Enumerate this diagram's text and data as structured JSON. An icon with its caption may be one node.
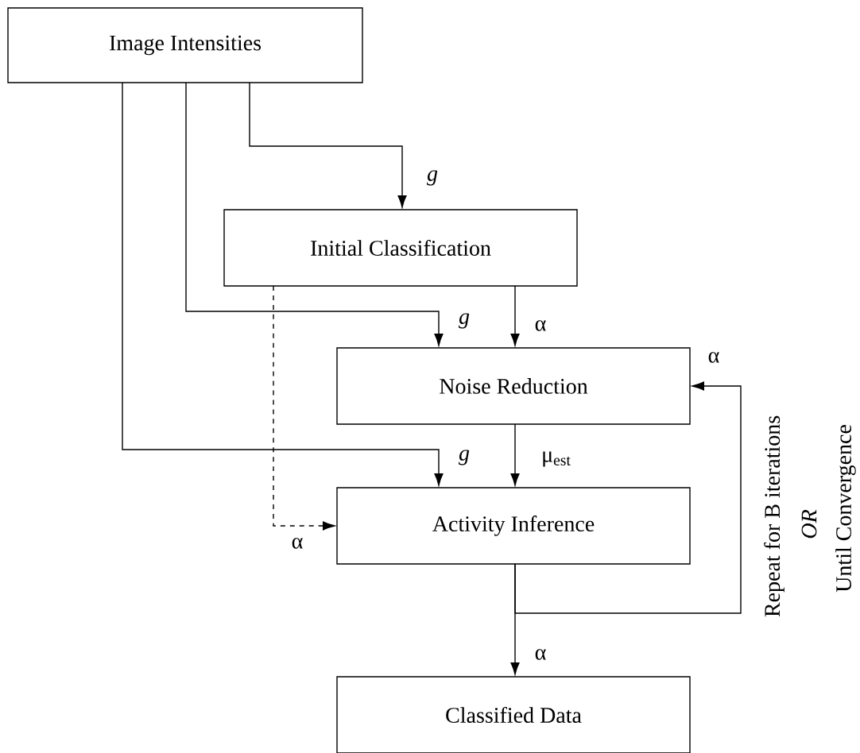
{
  "diagram": {
    "nodes": [
      {
        "text": [
          "Image Intensities"
        ]
      },
      {
        "text": [
          "Initial Classification"
        ]
      },
      {
        "text": [
          "Noise Reduction"
        ]
      },
      {
        "text": [
          "Activity Inference"
        ]
      },
      {
        "text": [
          "Classified Data"
        ]
      }
    ],
    "edges": [
      {
        "from": 0,
        "to": 1,
        "arrow": "to",
        "label": "g"
      },
      {
        "from": 0,
        "to": 2,
        "arrow": "to",
        "label": "g"
      },
      {
        "from": 1,
        "to": 2,
        "arrow": "to",
        "label": "α"
      },
      {
        "from": 0,
        "to": 3,
        "arrow": "to",
        "label": "g"
      },
      {
        "from": 1,
        "to": 3,
        "arrow": "to",
        "label": "α",
        "style": "dashed"
      },
      {
        "from": 2,
        "to": 3,
        "arrow": "to",
        "label": "μ$_{est}$"
      },
      {
        "from": 3,
        "to": 2,
        "arrow": "to",
        "label": "α"
      },
      {
        "from": 3,
        "to": 4,
        "arrow": "to",
        "label": "α"
      }
    ],
    "labels": [
      "Repeat for B iterations",
      "OR",
      "Until Convergence"
    ]
  }
}
